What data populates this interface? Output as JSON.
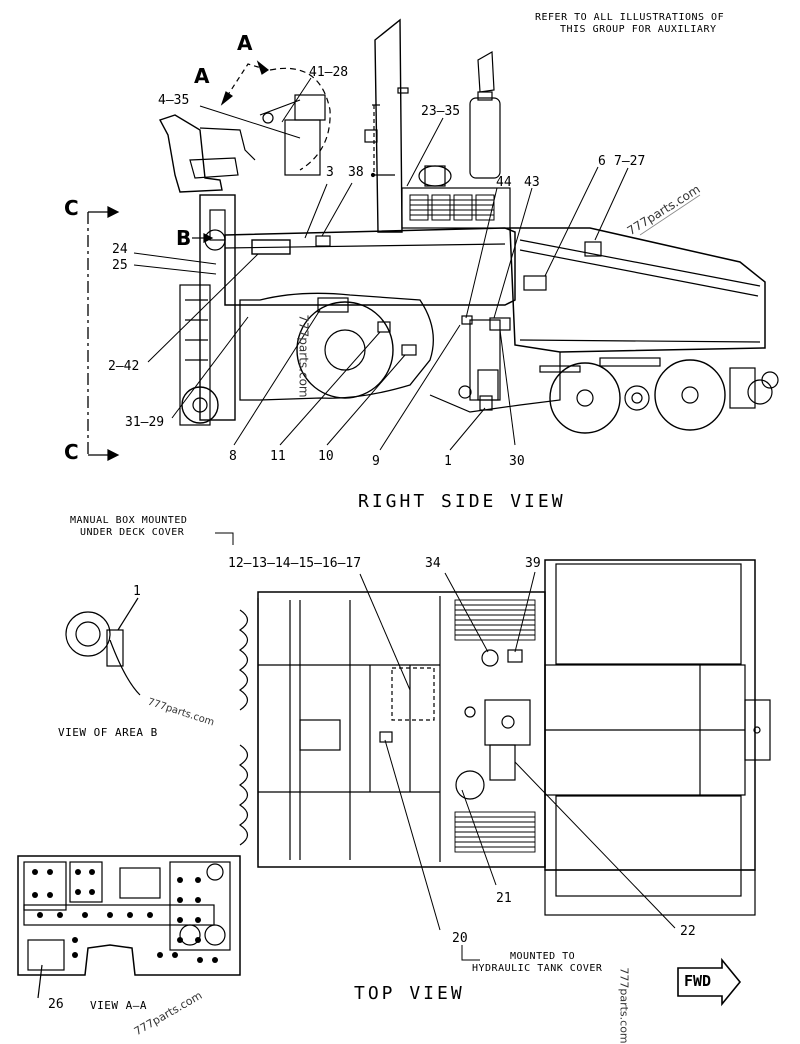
{
  "header_note": [
    "REFER TO ALL ILLUSTRATIONS OF",
    "THIS GROUP FOR AUXILIARY"
  ],
  "section_markers": {
    "A1": "A",
    "A2": "A",
    "B": "B",
    "C_top": "C",
    "C_bottom": "C"
  },
  "callouts_side": {
    "c41_28": "41–28",
    "c4_35": "4–35",
    "c23_35": "23–35",
    "c3": "3",
    "c38": "38",
    "c44": "44",
    "c43": "43",
    "c6": "6",
    "c7_27": "7–27",
    "c24": "24",
    "c25": "25",
    "c2_42": "2–42",
    "c31_29": "31–29",
    "c8": "8",
    "c11": "11",
    "c10": "10",
    "c9": "9",
    "c1": "1",
    "c30": "30"
  },
  "right_side_view_title": "RIGHT SIDE VIEW",
  "manual_box_note": [
    "MANUAL BOX MOUNTED",
    "UNDER DECK COVER"
  ],
  "callouts_top": {
    "c12_17": "12–13–14–15–16–17",
    "c34": "34",
    "c39": "39",
    "c21": "21",
    "c22": "22",
    "c20": "20",
    "c1_area_b": "1",
    "c26": "26"
  },
  "view_area_b_title": "VIEW OF AREA B",
  "hydraulic_note": [
    "MOUNTED TO",
    "HYDRAULIC TANK COVER"
  ],
  "top_view_title": "TOP VIEW",
  "view_aa_title": "VIEW A–A",
  "fwd_label": "FWD",
  "watermarks": {
    "w1": "777parts.com",
    "w2": "777parts.com",
    "w3": "777parts.com",
    "w4": "777parts.com",
    "w5": "777parts.com"
  }
}
